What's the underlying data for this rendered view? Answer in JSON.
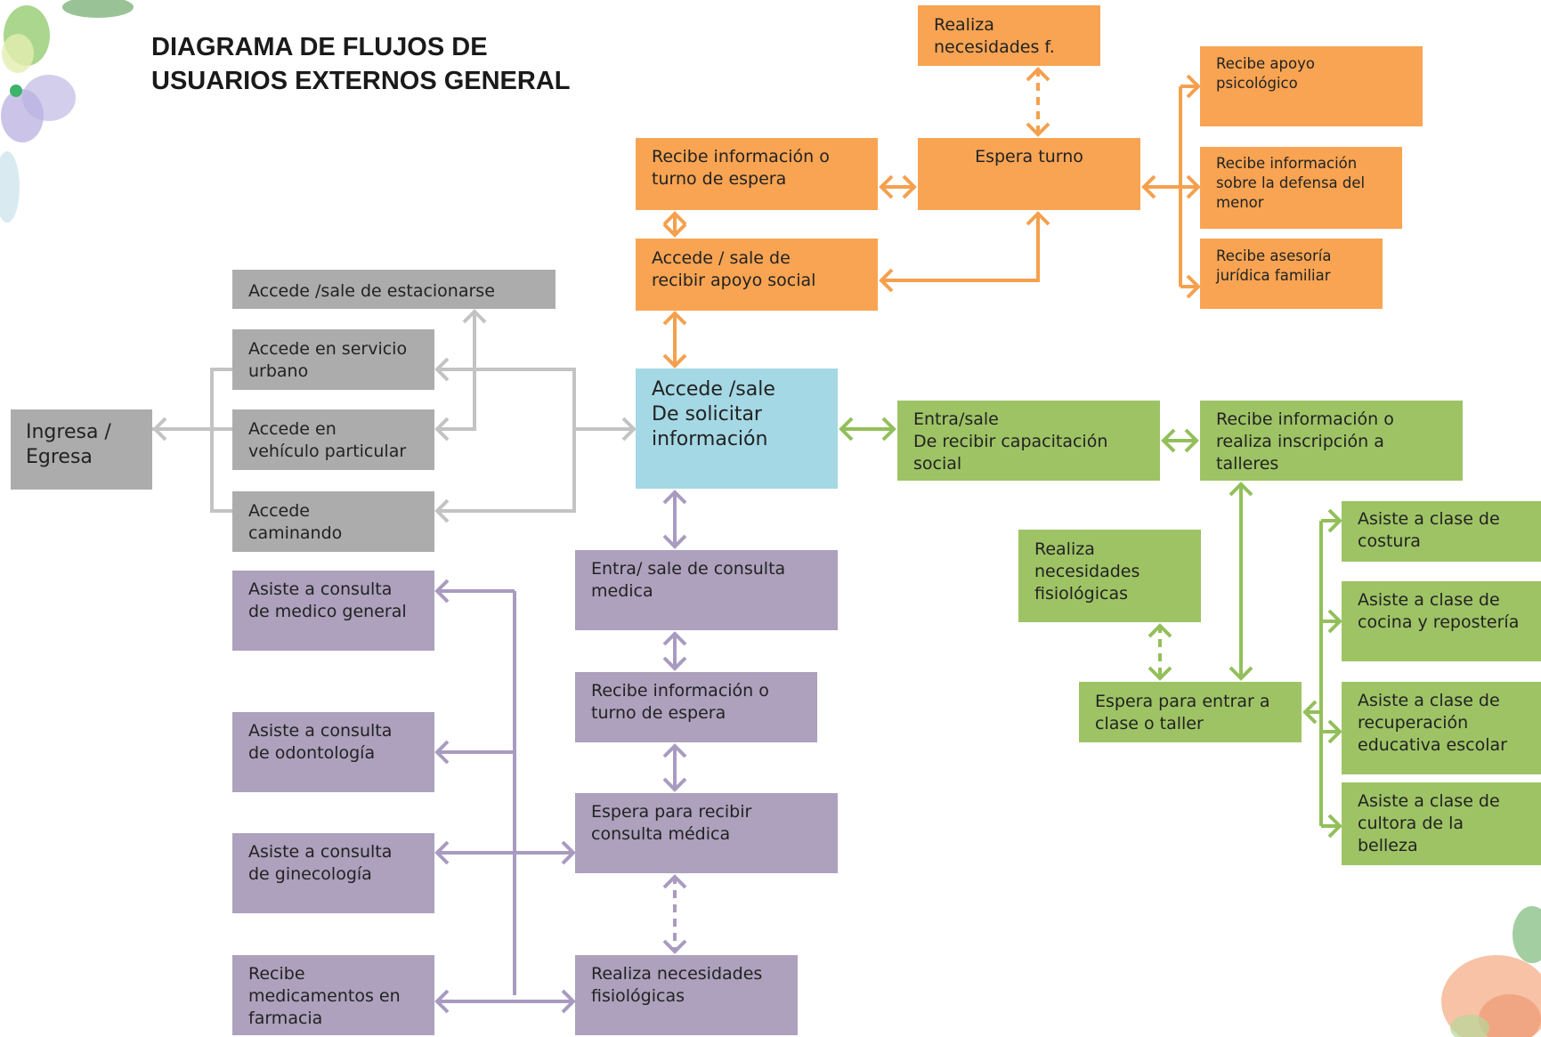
{
  "title": "DIAGRAMA DE FLUJOS DE\nUSUARIOS EXTERNOS GENERAL",
  "colors": {
    "gray": "#acacac",
    "orange": "#f8a453",
    "blue": "#a4d8e4",
    "green": "#9ec365",
    "purple": "#ada1bd",
    "gray_line": "#c3c3c3",
    "orange_line": "#f5a04e",
    "green_line": "#93bf5a",
    "purple_line": "#a99bc0"
  },
  "nodes": {
    "ingresa": "Ingresa /\nEgresa",
    "estacionarse": "Accede /sale de  estacionarse",
    "servicio_urbano": "Accede en servicio\nurbano",
    "vehiculo": "Accede en\nvehículo particular",
    "caminando": "Accede\ncaminando",
    "solicitar_info": "Accede /sale\nDe solicitar\ninformación",
    "realiza_nec_f": "Realiza\nnecesidades f.",
    "apoyo_psico": "Recibe apoyo\npsicológico",
    "info_turno_orange": "Recibe información o\nturno de espera",
    "espera_turno": "Espera turno",
    "defensa_menor": "Recibe información\nsobre la defensa del\nmenor",
    "apoyo_social": "Accede / sale de\nrecibir apoyo social",
    "asesoria_juridica": "Recibe asesoría\njurídica familiar",
    "capacitacion": "Entra/sale\nDe recibir capacitación\nsocial",
    "inscripcion": "Recibe información o\nrealiza inscripción a\ntalleres",
    "nec_fisio_green": "Realiza\nnecesidades\nfisiológicas",
    "espera_clase": "Espera para entrar a\nclase o taller",
    "costura": "Asiste a clase de\ncostura",
    "cocina": "Asiste a clase de\ncocina y repostería",
    "recuperacion": "Asiste a clase de\nrecuperación\neducativa escolar",
    "belleza": "Asiste a clase de\ncultora de la\nbelleza",
    "consulta_medica": "Entra/ sale de consulta\nmedica",
    "info_turno_purple": "Recibe información o\nturno de espera",
    "espera_consulta": "Espera para recibir\nconsulta médica",
    "nec_fisio_purple": "Realiza necesidades\nfisiológicas",
    "medico_general": "Asiste a consulta\nde medico general",
    "odontologia": "Asiste a consulta\nde odontología",
    "ginecologia": "Asiste a consulta\nde ginecología",
    "farmacia": "Recibe\nmedicamentos en\nfarmacia"
  }
}
